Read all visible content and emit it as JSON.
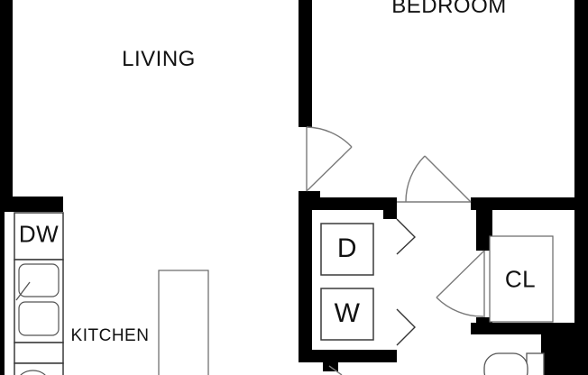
{
  "floorplan": {
    "rooms": {
      "living": "LIVING",
      "bedroom": "BEDROOM",
      "kitchen": "KITCHEN",
      "closet": "CL"
    },
    "fixtures": {
      "dishwasher": "DW",
      "dryer": "D",
      "washer": "W"
    },
    "colors": {
      "wall": "#000000",
      "background": "#ffffff",
      "fixture_line": "#3a3a3a",
      "counter_line": "#666666",
      "door_line": "#7a7a7a",
      "text": "#111111"
    }
  }
}
